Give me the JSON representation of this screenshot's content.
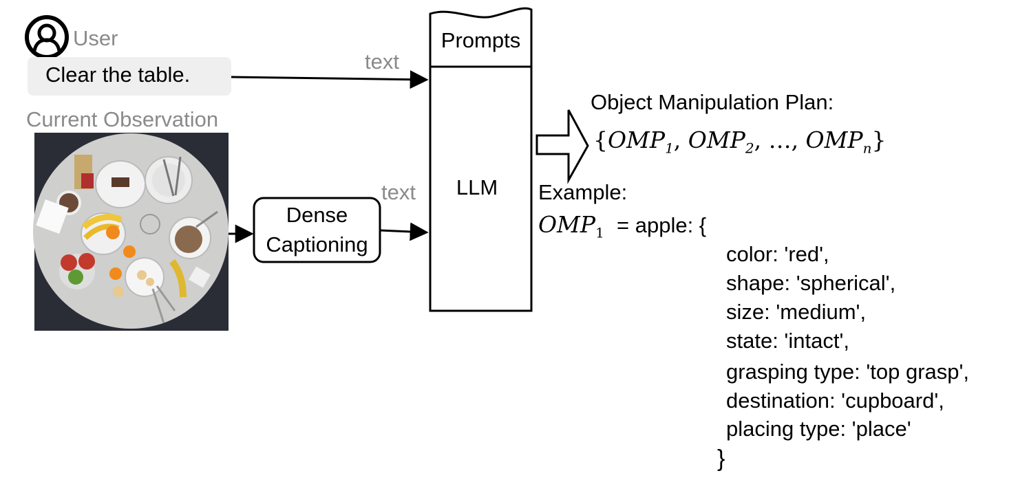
{
  "user": {
    "label": "User",
    "icon": "user-icon",
    "instruction": "Clear the table."
  },
  "observation": {
    "label": "Current Observation",
    "image": "table-top-photo"
  },
  "edges": {
    "text_label_top": "text",
    "text_label_bottom": "text"
  },
  "modules": {
    "captioning_line1": "Dense",
    "captioning_line2": "Captioning",
    "prompts": "Prompts",
    "llm": "LLM"
  },
  "output": {
    "title": "Object Manipulation Plan:",
    "set_open": "{",
    "set_items": [
      {
        "base": "OMP",
        "sub": "1",
        "sep": ", "
      },
      {
        "base": "OMP",
        "sub": "2",
        "sep": ", "
      },
      {
        "base": "…",
        "sub": "",
        "sep": ", "
      },
      {
        "base": "OMP",
        "sub": "n",
        "sep": ""
      }
    ],
    "set_close": "}",
    "example_label": "Example:",
    "omp_var": "OMP",
    "omp_sub": "1",
    "omp_rest": "= apple: {",
    "attributes": [
      "color:  'red',",
      "shape: 'spherical',",
      "size: 'medium',",
      "state: 'intact',",
      "grasping type: 'top grasp',",
      "destination: 'cupboard',",
      "placing type: 'place'"
    ],
    "close_brace": "}"
  }
}
